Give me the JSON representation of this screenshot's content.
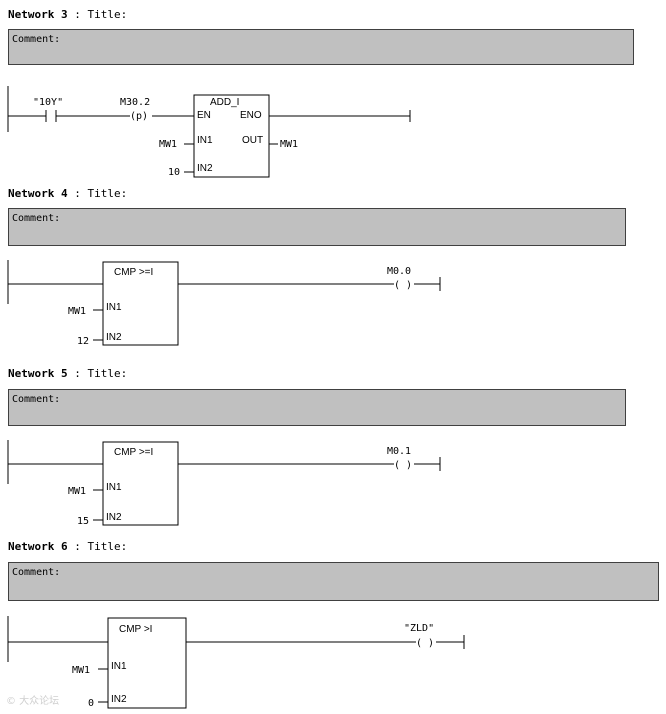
{
  "networks": [
    {
      "label": "Network 3",
      "sep": ":",
      "title": "Title:",
      "comment": "Comment:",
      "contact": "\"10Y\"",
      "pcoil_label": "M30.2",
      "pcoil_symbol": "(p)",
      "block": {
        "name": "ADD_I",
        "en": "EN",
        "eno": "ENO",
        "in1": "IN1",
        "in2": "IN2",
        "out": "OUT",
        "in1_operand": "MW1",
        "in2_operand": "10",
        "out_operand": "MW1"
      }
    },
    {
      "label": "Network 4",
      "sep": ":",
      "title": "Title:",
      "comment": "Comment:",
      "block": {
        "name": "CMP >=I",
        "in1": "IN1",
        "in2": "IN2",
        "in1_operand": "MW1",
        "in2_operand": "12"
      },
      "coil_label": "M0.0",
      "coil_symbol": "( )"
    },
    {
      "label": "Network 5",
      "sep": ":",
      "title": "Title:",
      "comment": "Comment:",
      "block": {
        "name": "CMP >=I",
        "in1": "IN1",
        "in2": "IN2",
        "in1_operand": "MW1",
        "in2_operand": "15"
      },
      "coil_label": "M0.1",
      "coil_symbol": "( )"
    },
    {
      "label": "Network 6",
      "sep": ":",
      "title": "Title:",
      "comment": "Comment:",
      "block": {
        "name": "CMP >I",
        "in1": "IN1",
        "in2": "IN2",
        "in1_operand": "MW1",
        "in2_operand": "0"
      },
      "coil_label": "\"ZLD\"",
      "coil_symbol": "( )"
    }
  ],
  "watermark": "© 大众论坛"
}
